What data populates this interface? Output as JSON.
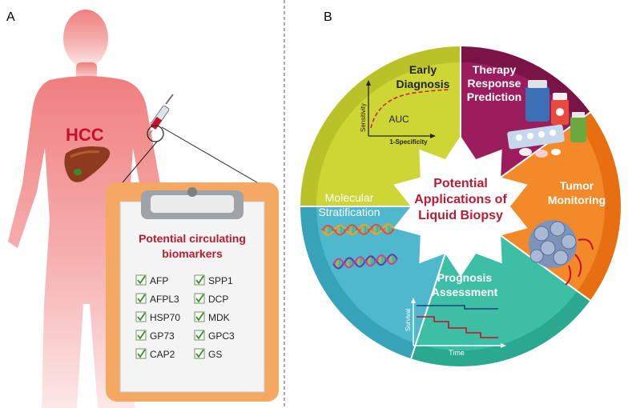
{
  "panel_a": {
    "label": "A",
    "organ_label": "HCC",
    "clipboard_title_line1": "Potential circulating",
    "clipboard_title_line2": "biomarkers",
    "biomarkers_left": [
      "AFP",
      "AFPL3",
      "HSP70",
      "GP73",
      "CAP2"
    ],
    "biomarkers_right": [
      "SPP1",
      "DCP",
      "MDK",
      "GPC3",
      "GS"
    ]
  },
  "panel_b": {
    "label": "B",
    "center_line1": "Potential",
    "center_line2": "Applications of",
    "center_line3": "Liquid Biopsy",
    "early_diagnosis": {
      "line1": "Early",
      "line2": "Diagnosis",
      "y_axis": "Sensitivity",
      "x_axis": "1-Specificity",
      "curve_label": "AUC"
    },
    "therapy": {
      "line1": "Therapy",
      "line2": "Response",
      "line3": "Prediction"
    },
    "tumor": {
      "line1": "Tumor",
      "line2": "Monitoring"
    },
    "prognosis": {
      "line1": "Prognosis",
      "line2": "Assessment",
      "y_axis": "Survival",
      "x_axis": "Time"
    },
    "molecular": {
      "line1": "Molecular",
      "line2": "Stratification"
    }
  },
  "colors": {
    "early": "#cdd634",
    "therapy": "#9c1d5d",
    "tumor": "#f4892a",
    "prognosis": "#3dbfa6",
    "molecular": "#4fb8cc",
    "title_red": "#b81c33"
  }
}
